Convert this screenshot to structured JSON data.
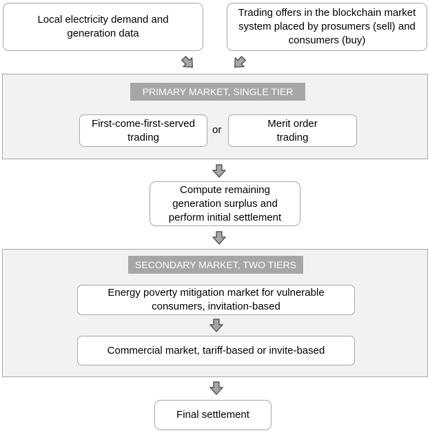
{
  "colors": {
    "panel_fill": "#f2f2f2",
    "border": "#a6a6a6",
    "header_fill": "#a6a6a6",
    "header_text": "#ffffff",
    "arrow_fill": "#a6a6a6",
    "arrow_stroke": "#404040"
  },
  "inputs": {
    "demand_data": "Local electricity demand and generation data",
    "trading_offers": "Trading offers in the blockchain market system placed by prosumers (sell) and consumers (buy)"
  },
  "primary_market": {
    "title": "PRIMARY MARKET, SINGLE TIER",
    "option_a": "First-come-first-served trading",
    "connector": "or",
    "option_b": "Merit order trading"
  },
  "compute_step": "Compute remaining generation surplus and perform initial settlement",
  "secondary_market": {
    "title": "SECONDARY MARKET, TWO TIERS",
    "tier_1": "Energy poverty mitigation market for vulnerable consumers, invitation-based",
    "tier_2": "Commercial market, tariff-based or invite-based"
  },
  "final_step": "Final settlement"
}
